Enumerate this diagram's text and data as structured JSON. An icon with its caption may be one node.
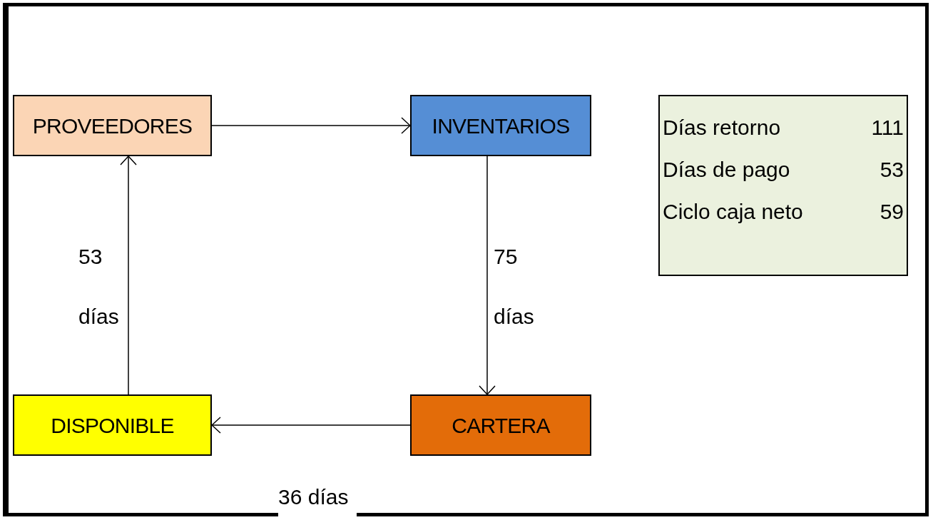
{
  "diagram": {
    "nodes": [
      {
        "text": [
          "PROVEEDORES"
        ]
      },
      {
        "text": [
          "INVENTARIOS"
        ]
      },
      {
        "text": [
          "DISPONIBLE"
        ]
      },
      {
        "text": [
          "CARTERA"
        ]
      }
    ],
    "edges": [
      {
        "from": 0,
        "to": 1,
        "arrow": "to"
      },
      {
        "from": 1,
        "to": 3,
        "arrow": "to",
        "label": "75 días"
      },
      {
        "from": 3,
        "to": 2,
        "arrow": "to",
        "label": "36 días"
      },
      {
        "from": 2,
        "to": 0,
        "arrow": "to",
        "label": "53 días"
      }
    ],
    "labels": [
      "Días retorno",
      "111",
      "Días de pago",
      "53",
      "Ciclo caja neto",
      "59"
    ]
  }
}
